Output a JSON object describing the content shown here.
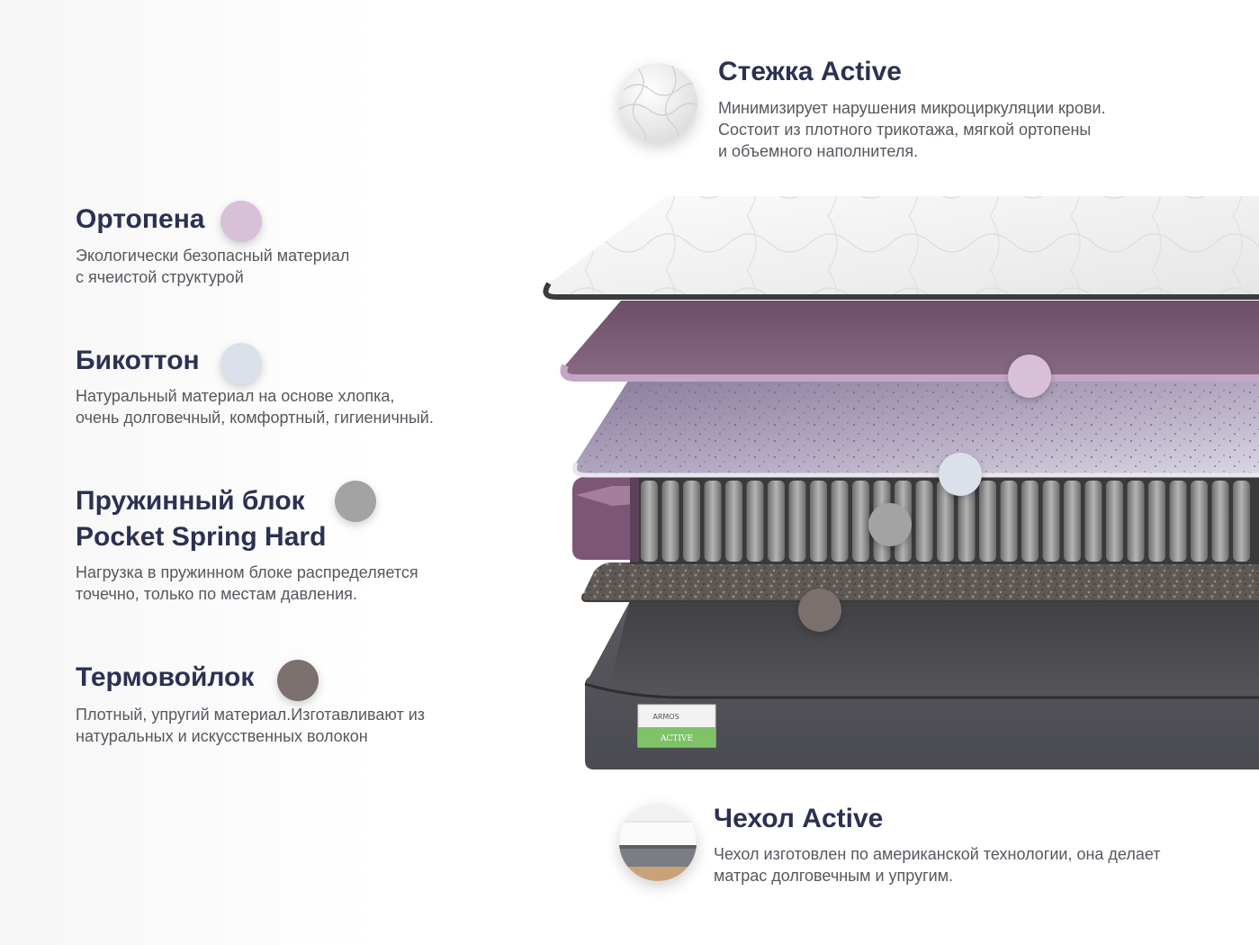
{
  "layers": {
    "stitch": {
      "title": "Стежка Active",
      "desc_lines": [
        "Минимизирует нарушения микроциркуляции крови.",
        "Состоит из плотного трикотажа, мягкой ортопены",
        "и объемного наполнителя."
      ]
    },
    "orthofoam": {
      "title": "Ортопена",
      "desc_lines": [
        "Экологически безопасный материал",
        "с ячеистой структурой"
      ],
      "color": "#d8c0d9"
    },
    "bicotton": {
      "title": "Бикоттон",
      "desc_lines": [
        "Натуральный материал на основе хлопка,",
        "очень долговечный, комфортный, гигиеничный."
      ],
      "color": "#dbe1ea"
    },
    "spring": {
      "title_lines": [
        "Пружинный блок",
        "Pocket Spring Hard"
      ],
      "desc_lines": [
        "Нагрузка в пружинном блоке распределяется",
        "точечно, только по местам давления."
      ],
      "color": "#a3a3a3"
    },
    "felt": {
      "title": "Термовойлок",
      "desc_lines": [
        "Плотный, упругий материал.Изготавливают из",
        "натуральных и искусственных волокон"
      ],
      "color": "#7b706d"
    },
    "cover": {
      "title": "Чехол Active",
      "desc_lines": [
        "Чехол изготовлен по американской технологии, она делает",
        "матрас долговечным и упругим."
      ]
    }
  },
  "label": {
    "brand": "ARMOS",
    "model": "ACTIVE"
  },
  "colors": {
    "title": "#2b3151",
    "text": "#55585f",
    "foam_purple": "#7e5a78",
    "cover_grey": "#4b4b4f",
    "label_green": "#7ec368"
  },
  "icons": {
    "stitch_thumb": "quilted-fabric-icon",
    "cover_thumb": "mattress-cover-icon"
  }
}
